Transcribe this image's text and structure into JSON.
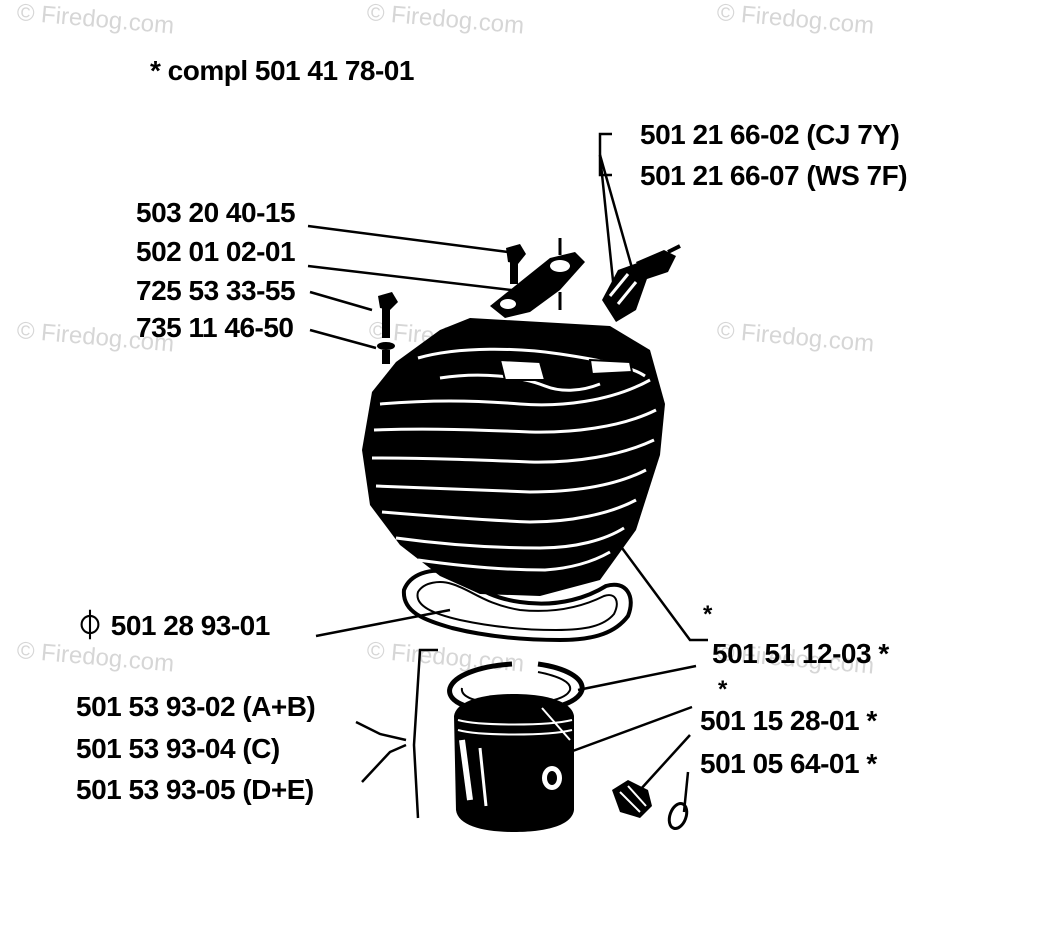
{
  "watermark": "© Firedog.com",
  "header": {
    "assembly_label": "*  compl 501 41 78-01"
  },
  "labels": {
    "spark_plug_1": "501 21 66-02 (CJ 7Y)",
    "spark_plug_2": "501 21 66-07 (WS 7F)",
    "bolt": "503 20 40-15",
    "plate": "502 01 02-01",
    "screw": "725 53 33-55",
    "washer": "735 11 46-50",
    "gasket": "⏀ 501 28 93-01",
    "gasket_right": "501 51 12-03  *",
    "piston_ring": "501 15 28-01  *",
    "piston_pin_bearing": "501 05 64-01  *",
    "piston_a": "501 53 93-02 (A+B)",
    "piston_c": "501 53 93-04 (C)",
    "piston_d": "501 53 93-05 (D+E)"
  },
  "stars": {
    "above_gasket": "*",
    "above_ring": "*"
  }
}
